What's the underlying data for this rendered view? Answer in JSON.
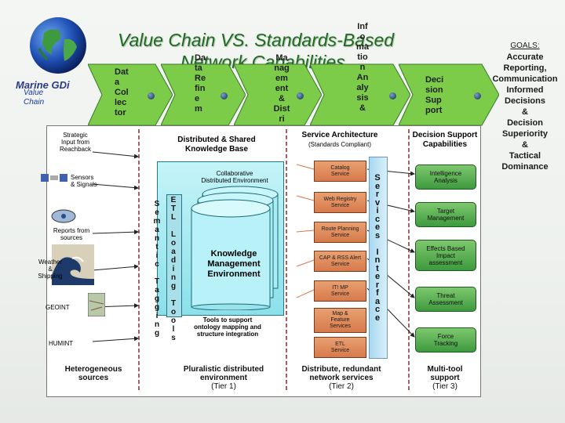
{
  "slide": {
    "title_line1": "Value Chain VS. Standards-Based",
    "title_line2": "Network Capabilities",
    "logo_text": "Marine GDi",
    "logo_sub": "Value\nChain"
  },
  "chevrons": [
    {
      "text": "Dat\na\nCol\nlec\ntor"
    },
    {
      "text": "Da\nta\nRe\nfin\ne\nm"
    },
    {
      "text": "Ma\nnag\nem\nent\n&\nDist\nri"
    },
    {
      "text": "Inf\no\nma\ntio\nn\nAn\naly\nsis\n&"
    },
    {
      "text": "Deci\nsion\nSup\nport"
    }
  ],
  "goals": {
    "heading": "GOALS:",
    "items": [
      "Accurate",
      "Reporting,",
      "Communication",
      "Informed",
      "Decisions",
      "&",
      "Decision",
      "Superiority",
      "&",
      "Tactical",
      "Dominance"
    ]
  },
  "sources": {
    "items": [
      "Strategic\nInput from\nReachback",
      "Sensors\n& Signals",
      "Reports from\nsources",
      "Weather\n&\nShipping",
      "GEOINT",
      "HUMINT"
    ],
    "footer": "Heterogeneous\nsources"
  },
  "distributed": {
    "heading": "Distributed & Shared\nKnowledge Base",
    "collab": "Collaborative\nDistributed Environment",
    "kme": "Knowledge\nManagement\nEnvironment",
    "tools": "Tools to support\nontology mapping and\nstructure integration",
    "footer": "Pluralistic distributed\nenvironment",
    "tier": "(Tier 1)"
  },
  "vertical_labels": {
    "semantic": "S\ne\nm\na\nn\nt\ni\nc\n\nT\na\ng\ng\ni\nn\ng",
    "etl": "E\nT\nL\n\nL\no\na\nd\ni\nn\ng\n\nT\no\no\nl\ns",
    "service": "S\ne\nr\nv\ni\nc\ne\ns\n\nI\nn\nt\ne\nr\nf\na\nc\ne"
  },
  "service_arch": {
    "heading": "Service Architecture",
    "sub": "(Standards Compliant)",
    "services": [
      "Catalog\nService",
      "Web Registry\nService",
      "Route Planning\nService",
      "CAP & RSS Alert\nService",
      "IT! MP\nService",
      "Map &\nFeature\nServices",
      "ETL\nService"
    ],
    "footer": "Distribute, redundant\nnetwork services",
    "tier": "(Tier 2)"
  },
  "decision": {
    "heading": "Decision Support\nCapabilities",
    "caps": [
      "Intelligence\nAnalysis",
      "Target\nManagement",
      "Effects Based\nImpact\nassessment",
      "Threat\nAssessment",
      "Force\nTracking"
    ],
    "footer": "Multi-tool\nsupport",
    "tier": "(Tier 3)"
  }
}
